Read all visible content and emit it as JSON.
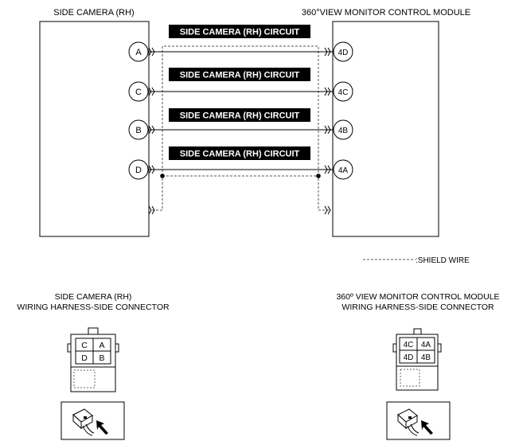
{
  "components": {
    "left_title": "SIDE CAMERA (RH)",
    "right_title": "360°VIEW MONITOR CONTROL MODULE"
  },
  "circuits": [
    {
      "label": "SIDE CAMERA (RH) CIRCUIT",
      "left_pin": "A",
      "right_pin": "4D"
    },
    {
      "label": "SIDE CAMERA (RH) CIRCUIT",
      "left_pin": "C",
      "right_pin": "4C"
    },
    {
      "label": "SIDE CAMERA (RH) CIRCUIT",
      "left_pin": "B",
      "right_pin": "4B"
    },
    {
      "label": "SIDE CAMERA (RH) CIRCUIT",
      "left_pin": "D",
      "right_pin": "4A"
    }
  ],
  "legend": {
    "shield_wire": ":SHIELD WIRE"
  },
  "connectors": {
    "left": {
      "title_line1": "SIDE CAMERA (RH)",
      "title_line2": "WIRING HARNESS-SIDE CONNECTOR",
      "pins": [
        "C",
        "A",
        "D",
        "B"
      ]
    },
    "right": {
      "title_line1": "360º VIEW MONITOR CONTROL MODULE",
      "title_line2": "WIRING HARNESS-SIDE CONNECTOR",
      "pins": [
        "4C",
        "4A",
        "4D",
        "4B"
      ]
    }
  }
}
